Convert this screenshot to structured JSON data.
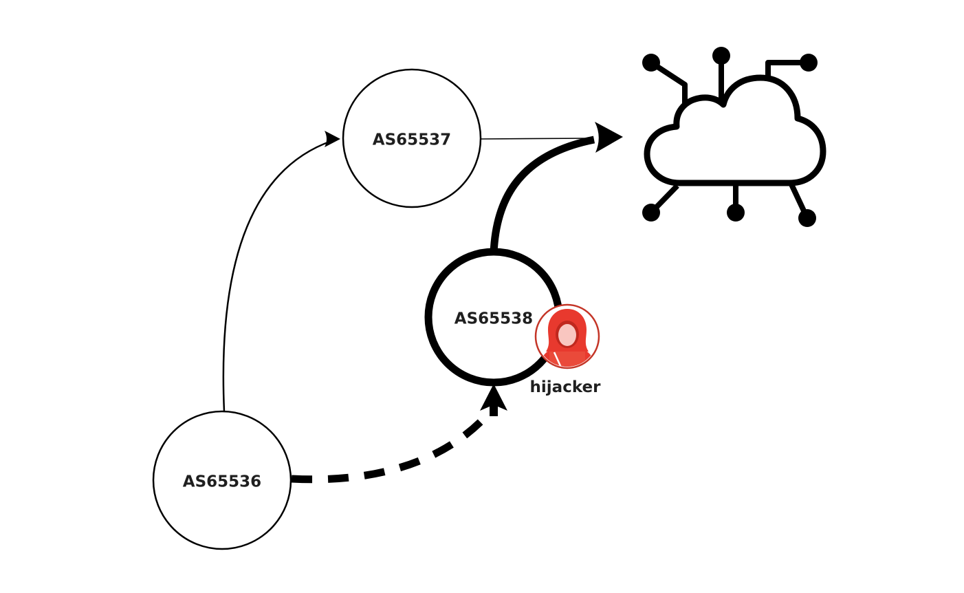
{
  "diagram": {
    "background": "#ffffff",
    "nodes": [
      {
        "id": "as65537",
        "label": "AS65537",
        "ring": "thin"
      },
      {
        "id": "as65538",
        "label": "AS65538",
        "ring": "thick"
      },
      {
        "id": "as65536",
        "label": "AS65536",
        "ring": "thin"
      }
    ],
    "hijacker": {
      "label": "hijacker",
      "icon": "hooded-hacker-icon"
    },
    "internet": {
      "icon": "cloud-network-icon"
    },
    "edges": [
      {
        "from": "as65536",
        "to": "as65537",
        "style": "thin-solid-curved-arrow"
      },
      {
        "from": "as65537",
        "to": "internet-cloud",
        "style": "thin-solid-line"
      },
      {
        "from": "as65536",
        "to": "as65538",
        "style": "thick-dashed-curved-arrow"
      },
      {
        "from": "as65538",
        "to": "internet-cloud",
        "style": "thick-solid-curved-arrow"
      }
    ],
    "colors": {
      "line": "#000000",
      "label_text": "#1f1f1f",
      "hijacker_red": "#e8392e",
      "hijacker_dark_red": "#c0281e",
      "hijacker_face": "#f9c6c0",
      "hijacker_laptop": "#ea4a3a",
      "hijacker_ring": "#c43527"
    }
  }
}
